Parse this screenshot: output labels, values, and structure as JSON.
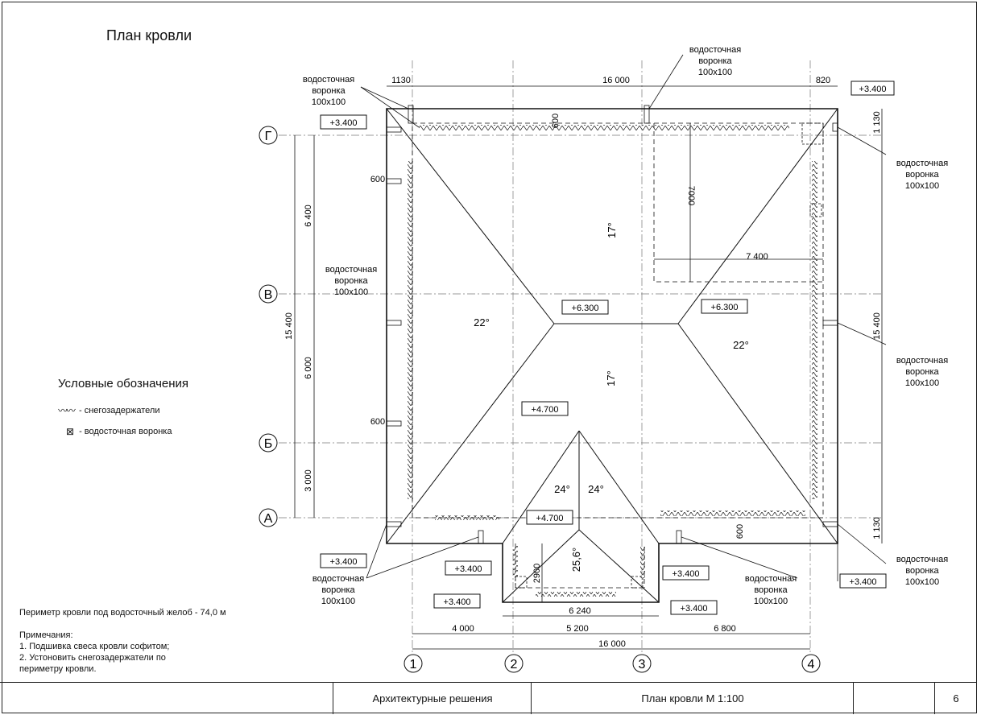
{
  "title": "План кровли",
  "legend": {
    "title": "Условные обозначения",
    "items": [
      {
        "icon": "snow-guard-icon",
        "label": "- снегозадержатели"
      },
      {
        "icon": "drain-funnel-icon",
        "label": "- водосточная воронка"
      }
    ]
  },
  "perimeter_note": "Периметр кровли под водосточный желоб - 74,0 м",
  "notes": {
    "heading": "Примечания:",
    "lines": [
      "1. Подшивка свеса кровли софитом;",
      "2. Устоновить снегозадержатели по",
      "периметру кровли."
    ]
  },
  "stamp": {
    "section": "Архитектурные решения",
    "sheet_title": "План кровли   М 1:100",
    "sheet_number": "6"
  },
  "axes": {
    "rows": [
      "Г",
      "В",
      "Б",
      "А"
    ],
    "cols": [
      "1",
      "2",
      "3",
      "4"
    ]
  },
  "funnel_label": [
    "водосточная",
    "воронка",
    "100x100"
  ],
  "levels": {
    "eave": "+3.400",
    "ridge": "+6.300",
    "gable_top": "+4.700",
    "gable_inner": "+4.700"
  },
  "slopes": {
    "s17": "17°",
    "s22": "22°",
    "s24": "24°",
    "s256": "25,6°"
  },
  "dims": {
    "top": [
      "1130",
      "16 000",
      "820"
    ],
    "bottom_row1": [
      "4 000",
      "5 200",
      "6 800"
    ],
    "bottom_total": "16 000",
    "left": [
      "6 400",
      "6 000",
      "3 000"
    ],
    "left_total": "15 400",
    "right": [
      "1 130",
      "15 400",
      "1 130"
    ],
    "overhang": "600",
    "inner_7000": "7000",
    "inner_7400": "7 400",
    "gable_2900": "2900",
    "gable_6240": "6 240"
  }
}
